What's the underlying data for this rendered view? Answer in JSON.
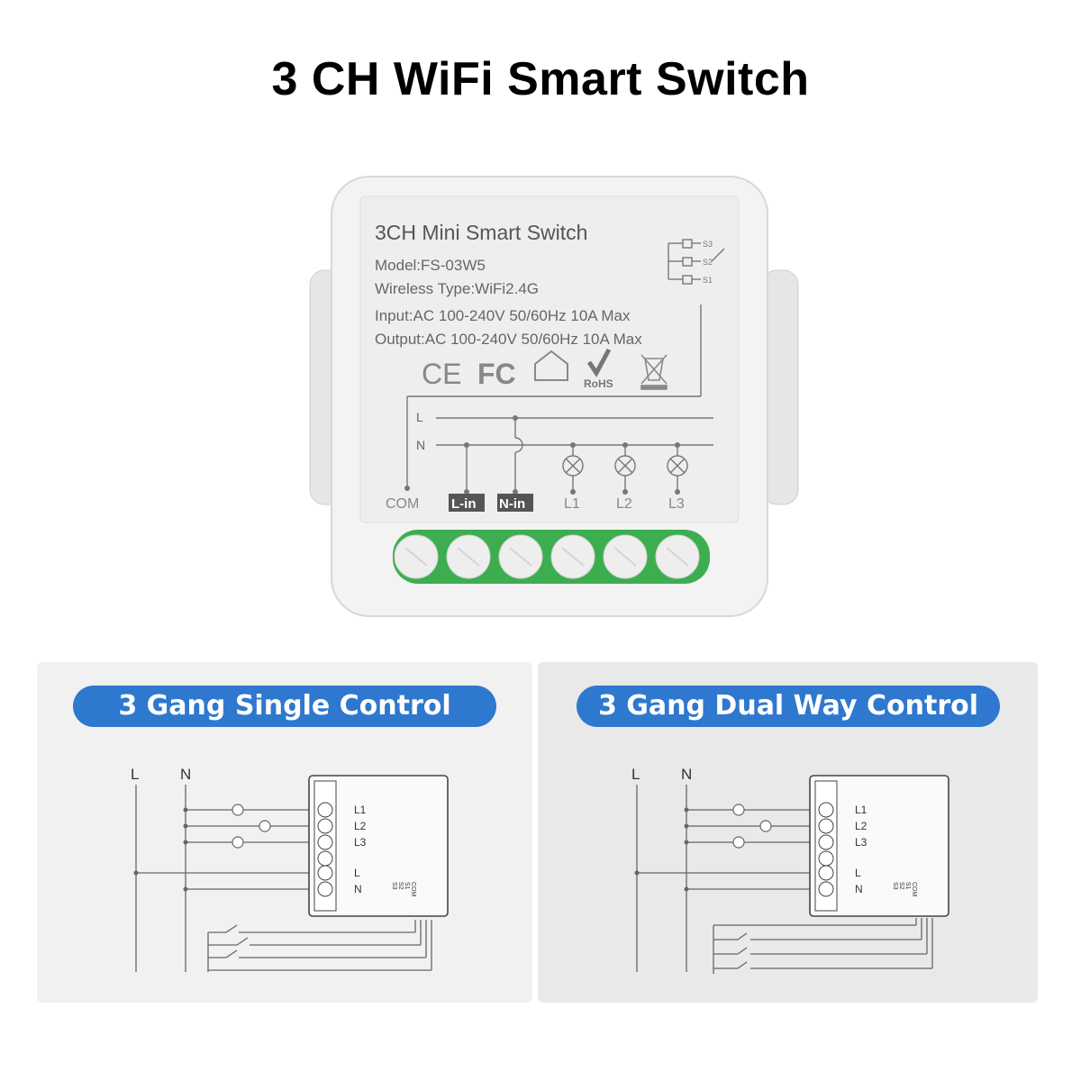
{
  "headline": "3 CH WiFi Smart Switch",
  "device": {
    "title": "3CH Mini Smart Switch",
    "model": "Model:FS-03W5",
    "wireless": "Wireless Type:WiFi2.4G",
    "input": "Input:AC 100-240V 50/60Hz 10A Max",
    "output": "Output:AC 100-240V 50/60Hz 10A Max",
    "cert_ce": "CE",
    "cert_fc": "FC",
    "cert_rohs": "RoHS",
    "line_l": "L",
    "line_n": "N",
    "s3": "S3",
    "s2": "S2",
    "s1": "S1",
    "term_com": "COM",
    "term_lin": "L-in",
    "term_nin": "N-in",
    "term_l1": "L1",
    "term_l2": "L2",
    "term_l3": "L3"
  },
  "panels": {
    "single": {
      "title": "3 Gang Single Control",
      "l": "L",
      "n": "N",
      "l1": "L1",
      "l2": "L2",
      "l3": "L3",
      "tl": "L",
      "tn": "N",
      "com": "COM",
      "s1": "S1",
      "s2": "S2",
      "s3": "S3"
    },
    "dual": {
      "title": "3 Gang Dual Way Control",
      "l": "L",
      "n": "N",
      "l1": "L1",
      "l2": "L2",
      "l3": "L3",
      "tl": "L",
      "tn": "N",
      "com": "COM",
      "s1": "S1",
      "s2": "S2",
      "s3": "S3"
    }
  },
  "colors": {
    "pill": "#2f78cf",
    "terminal_green": "#3cae4f",
    "device_body": "#f2f2f2"
  }
}
